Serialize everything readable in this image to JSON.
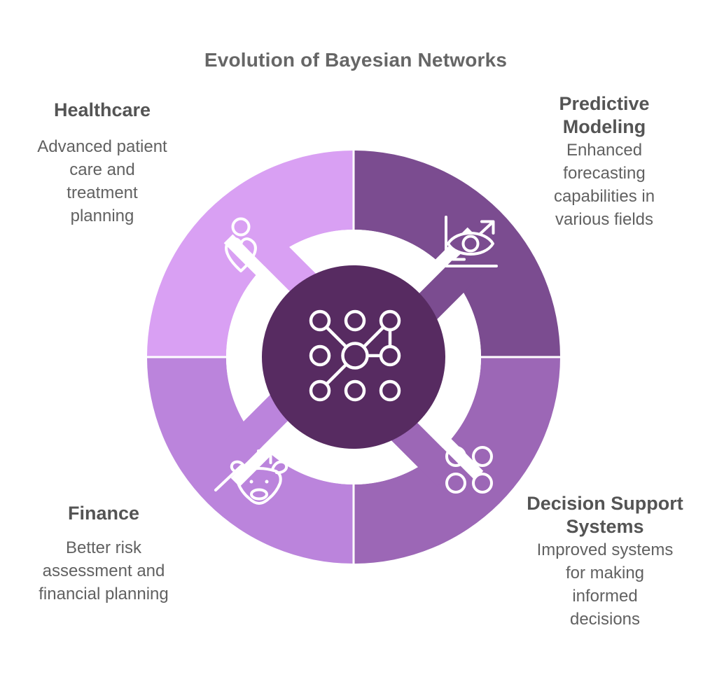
{
  "title": "Evolution of Bayesian Networks",
  "segments": [
    {
      "id": "healthcare",
      "position": "top-left",
      "label": "Healthcare",
      "heading_lines": [
        "Healthcare"
      ],
      "description": "Advanced patient care and treatment planning",
      "desc_lines": [
        "Advanced patient",
        "care and",
        "treatment",
        "planning"
      ],
      "color": "#d9a0f3",
      "icon": "person-heart-icon"
    },
    {
      "id": "predictive-modeling",
      "position": "top-right",
      "label": "Predictive Modeling",
      "heading_lines": [
        "Predictive",
        "Modeling"
      ],
      "description": "Enhanced forecasting capabilities in various fields",
      "desc_lines": [
        "Enhanced",
        "forecasting",
        "capabilities in",
        "various fields"
      ],
      "color": "#7b4c90",
      "icon": "eye-chart-icon"
    },
    {
      "id": "finance",
      "position": "bottom-left",
      "label": "Finance",
      "heading_lines": [
        "Finance"
      ],
      "description": "Better risk assessment and financial planning",
      "desc_lines": [
        "Better risk",
        "assessment and",
        "financial planning"
      ],
      "color": "#bb84dc",
      "icon": "bull-trend-icon"
    },
    {
      "id": "decision-support-systems",
      "position": "bottom-right",
      "label": "Decision Support Systems",
      "heading_lines": [
        "Decision Support",
        "Systems"
      ],
      "description": "Improved systems for making informed decisions",
      "desc_lines": [
        "Improved systems",
        "for making",
        "informed",
        "decisions"
      ],
      "color": "#9c67b6",
      "icon": "four-circles-icon"
    }
  ],
  "center": {
    "icon": "network-nodes-icon"
  },
  "colors": {
    "background": "#ffffff",
    "center_circle": "#572b61",
    "title_text": "#666666",
    "heading_text": "#545454",
    "body_text": "#616161",
    "icon_stroke": "#ffffff",
    "separator": "#ffffff"
  }
}
